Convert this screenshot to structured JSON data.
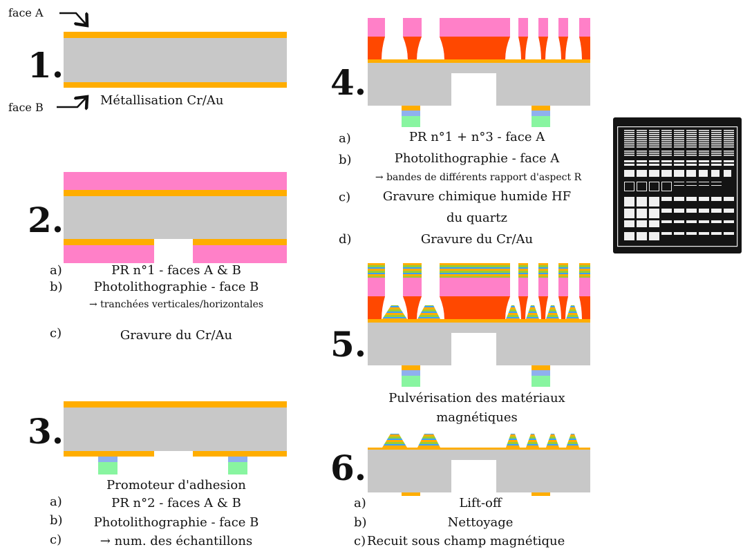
{
  "colors": {
    "quartz": "#c8c8c8",
    "cr_au": "#ffad00",
    "photoresist_1": "#ff80c8",
    "photoresist_3": "#ff4800",
    "adhesion_promoter": "#8fb0ee",
    "photoresist_2": "#88f5a0",
    "magnetic_green": "#9acd32",
    "magnetic_blue": "#3aa0ff",
    "mask_background": "#141414",
    "mask_features": "#f0f0f0"
  },
  "step1": {
    "number": "1.",
    "face_a_label": "face A",
    "face_b_label": "face B",
    "caption": "Métallisation Cr/Au"
  },
  "step2": {
    "number": "2.",
    "items": [
      {
        "key": "a)",
        "text": "PR n°1 - faces A & B"
      },
      {
        "key": "b)",
        "text": "Photolithographie - face B"
      },
      {
        "key": "",
        "text": "→ tranchées verticales/horizontales"
      },
      {
        "key": "c)",
        "text": "Gravure du Cr/Au"
      }
    ]
  },
  "step3": {
    "number": "3.",
    "caption": "Promoteur d'adhesion",
    "items": [
      {
        "key": "a)",
        "text": "PR n°2 - faces A & B"
      },
      {
        "key": "b)",
        "text": "Photolithographie - face B"
      },
      {
        "key": "c)",
        "text": "→ num. des échantillons"
      }
    ]
  },
  "step4": {
    "number": "4.",
    "items": [
      {
        "key": "a)",
        "text": "PR n°1 + n°3 - face A"
      },
      {
        "key": "b)",
        "text": "Photolithographie - face A"
      },
      {
        "key": "",
        "text": "→ bandes de différents rapport d'aspect R"
      },
      {
        "key": "c)",
        "text": "Gravure chimique humide HF"
      },
      {
        "key": "",
        "text": "du quartz"
      },
      {
        "key": "d)",
        "text": "Gravure du Cr/Au"
      }
    ]
  },
  "step5": {
    "number": "5.",
    "caption_line1": "Pulvérisation des matériaux",
    "caption_line2": "magnétiques"
  },
  "step6": {
    "number": "6.",
    "items": [
      {
        "key": "a)",
        "text": "Lift-off"
      },
      {
        "key": "b)",
        "text": "Nettoyage"
      },
      {
        "key": "c)",
        "text": "Recuit sous champ magnétique"
      }
    ]
  }
}
